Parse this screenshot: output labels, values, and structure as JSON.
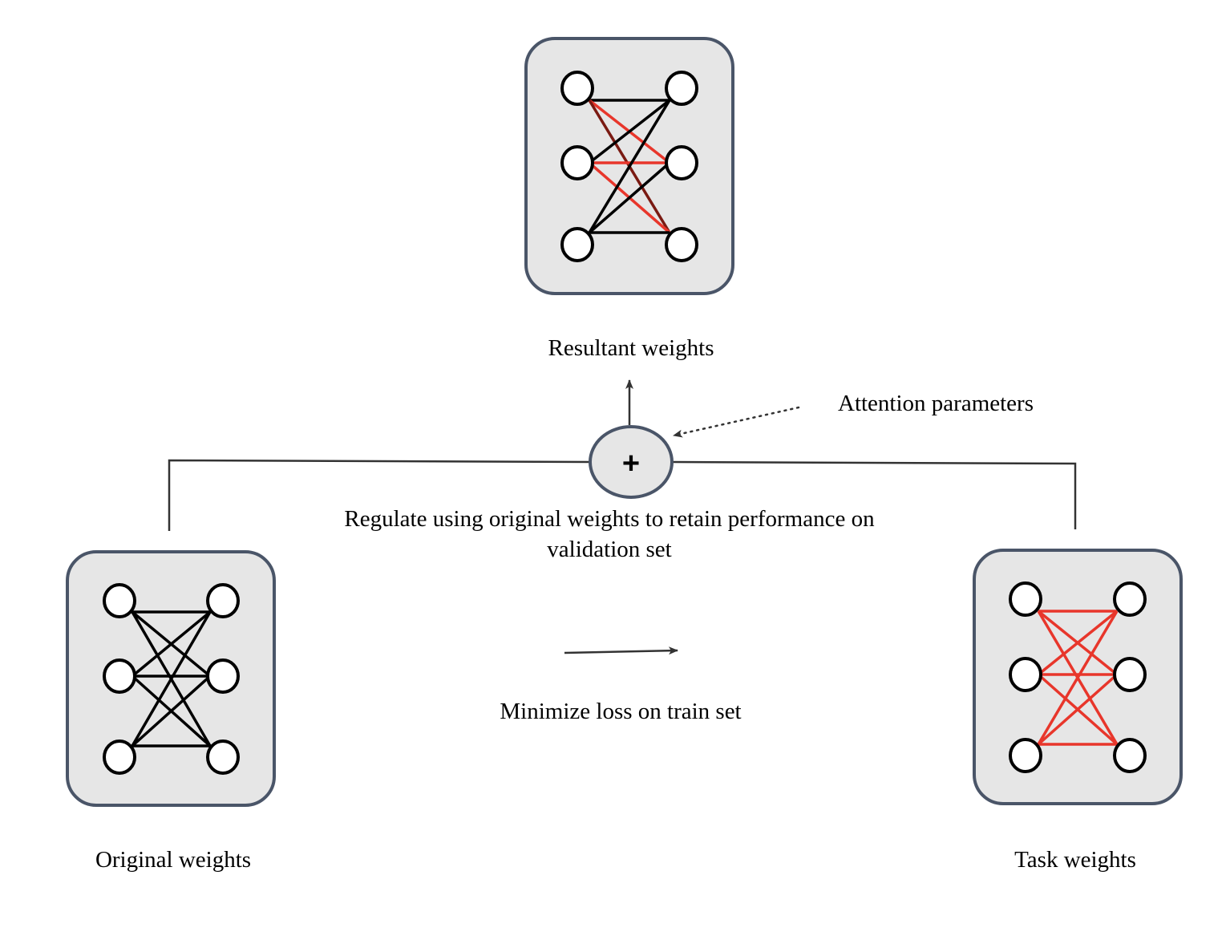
{
  "labels": {
    "resultant": "Resultant weights",
    "attention": "Attention parameters",
    "regulate": "Regulate using original weights to retain performance on validation set",
    "minimize": "Minimize loss on train set",
    "original": "Original weights",
    "task": "Task weights"
  },
  "combine_symbol": "+",
  "colors": {
    "panel_fill": "#e6e6e6",
    "panel_border": "#4a5568",
    "original_edges": "#000000",
    "task_edges": "#e8362b",
    "resultant_mixed_edges": "#7a1a12",
    "connector": "#333333"
  },
  "networks": [
    {
      "name": "resultant",
      "edge_colors": [
        "black",
        "red"
      ]
    },
    {
      "name": "original",
      "edge_colors": [
        "black"
      ]
    },
    {
      "name": "task",
      "edge_colors": [
        "red"
      ]
    }
  ]
}
